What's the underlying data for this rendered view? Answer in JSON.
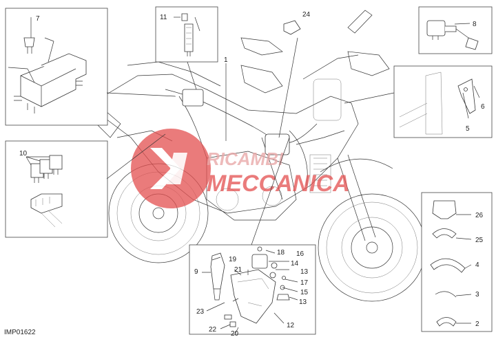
{
  "diagram_code": "IMP01622",
  "watermark": {
    "line1": "RICAMBI",
    "line2": "MECCANICA",
    "colors": {
      "primary": "#d92a2a",
      "secondary": "#e9a9a9"
    }
  },
  "callouts": {
    "c1": "1",
    "c2": "2",
    "c3": "3",
    "c4": "4",
    "c5": "5",
    "c6": "6",
    "c7": "7",
    "c8": "8",
    "c9": "9",
    "c10": "10",
    "c11": "11",
    "c12": "12",
    "c13a": "13",
    "c13b": "13",
    "c14": "14",
    "c15": "15",
    "c16": "16",
    "c17": "17",
    "c18": "18",
    "c19": "19",
    "c20": "20",
    "c21": "21",
    "c22": "22",
    "c23": "23",
    "c24": "24",
    "c25": "25",
    "c26": "26"
  }
}
